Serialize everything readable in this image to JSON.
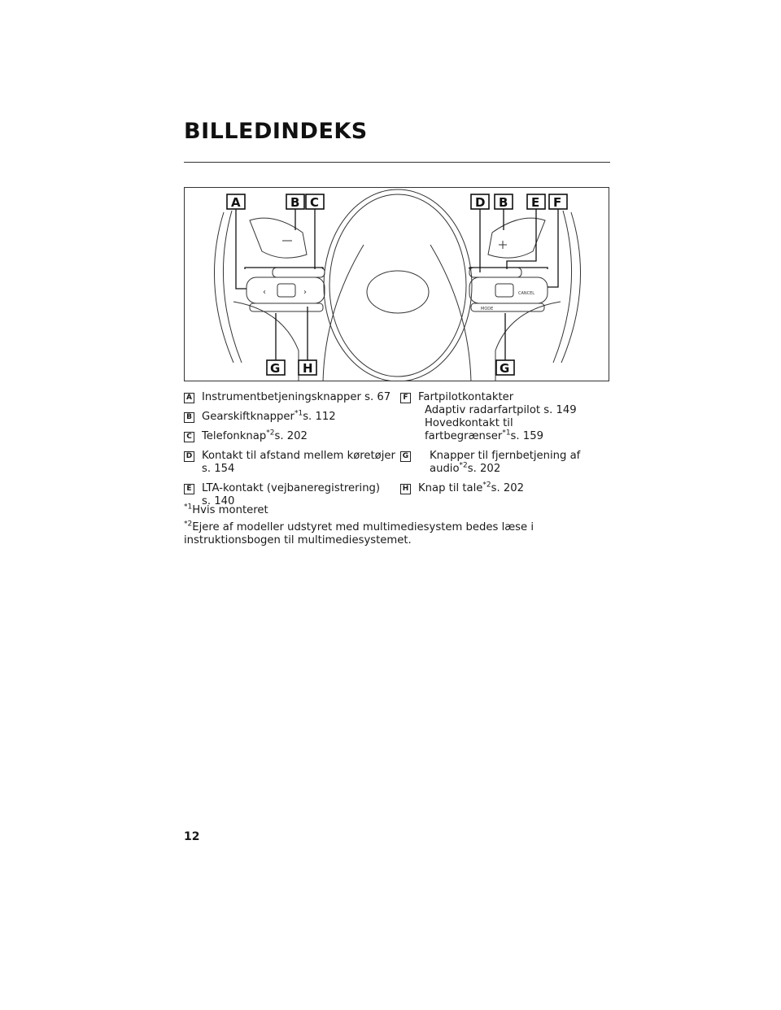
{
  "page": {
    "title": "BILLEDINDEKS",
    "page_number": "12"
  },
  "figure": {
    "callouts_top": [
      "A",
      "B",
      "C",
      "D",
      "B",
      "E",
      "F"
    ],
    "callouts_bottom": [
      "G",
      "H",
      "G"
    ],
    "button_labels": {
      "cancel": "CANCEL",
      "mode": "MODE"
    }
  },
  "legend": {
    "A": {
      "letter": "A",
      "text": "Instrumentbetjeningsknapper s. 67"
    },
    "B": {
      "letter": "B",
      "text": "Gearskiftknapper",
      "sup": "*1",
      "ref": "s. 112"
    },
    "C": {
      "letter": "C",
      "text": "Telefonknap",
      "sup": "*2",
      "ref": "s. 202"
    },
    "D": {
      "letter": "D",
      "line1": "Kontakt til afstand mellem køretøjer",
      "line2": "s. 154"
    },
    "E": {
      "letter": "E",
      "line1": "LTA-kontakt (vejbaneregistrering)",
      "line2": "s. 140"
    },
    "F": {
      "letter": "F",
      "line1": "Fartpilotkontakter",
      "line2": "Adaptiv radarfartpilot s. 149",
      "line3": "Hovedkontakt til",
      "line4": "fartbegrænser",
      "sup": "*1",
      "ref": "s. 159"
    },
    "G": {
      "letter": "G",
      "line1": "Knapper til fjernbetjening af",
      "line2": "audio",
      "sup": "*2",
      "ref": "s. 202"
    },
    "H": {
      "letter": "H",
      "text": "Knap til tale",
      "sup": "*2",
      "ref": "s. 202"
    }
  },
  "footnotes": {
    "fn1": {
      "mark": "*1",
      "text": "Hvis monteret"
    },
    "fn2": {
      "mark": "*2",
      "text": "Ejere af modeller udstyret med multimediesystem bedes læse i instruktionsbogen til multimediesystemet."
    }
  }
}
